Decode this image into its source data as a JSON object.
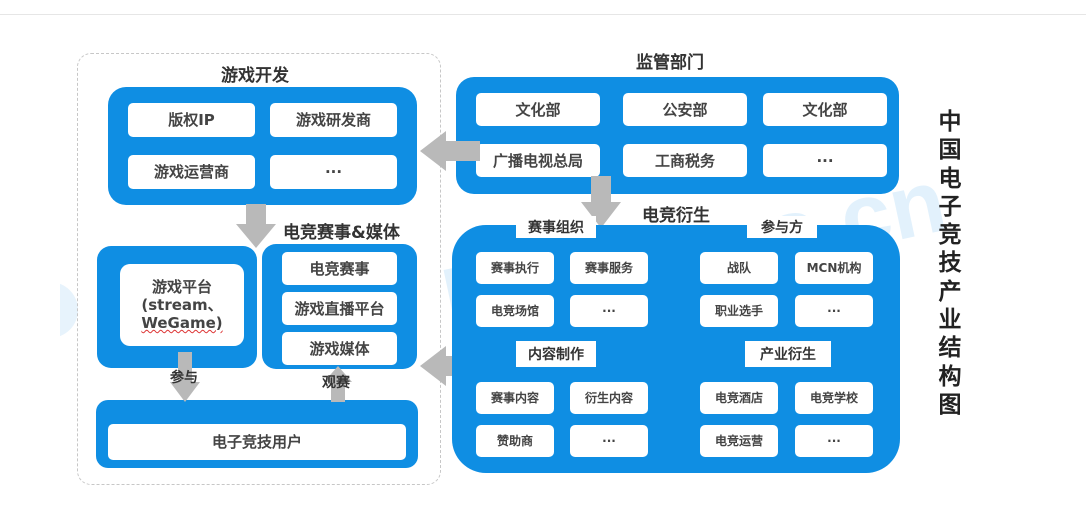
{
  "watermark": {
    "text": "lianyisys.cn"
  },
  "game_dev": {
    "title": "游戏开发",
    "items": [
      "版权IP",
      "游戏研发商",
      "游戏运营商",
      "···"
    ]
  },
  "regulator": {
    "title": "监管部门",
    "items": [
      "文化部",
      "公安部",
      "文化部",
      "广播电视总局",
      "工商税务",
      "···"
    ]
  },
  "esports_media": {
    "title": "电竞赛事&媒体",
    "items": [
      "电竞赛事",
      "游戏直播平台",
      "游戏媒体"
    ]
  },
  "platform": {
    "line1": "游戏平台",
    "line2": "(stream、",
    "line3": "WeGame)"
  },
  "users": {
    "label": "电子竞技用户"
  },
  "edges": {
    "participate": "参与",
    "watch": "观赛"
  },
  "derivative": {
    "title": "电竞衍生",
    "event_org": {
      "title": "赛事组织",
      "items": [
        "赛事执行",
        "赛事服务",
        "电竞场馆",
        "···"
      ]
    },
    "participants": {
      "title": "参与方",
      "items": [
        "战队",
        "MCN机构",
        "职业选手",
        "···"
      ]
    },
    "content": {
      "title": "内容制作",
      "items": [
        "赛事内容",
        "衍生内容",
        "赞助商",
        "···"
      ]
    },
    "industry": {
      "title": "产业衍生",
      "items": [
        "电竞酒店",
        "电竞学校",
        "电竞运营",
        "···"
      ]
    }
  },
  "vertical_title": "中国电子竞技产业结构图"
}
